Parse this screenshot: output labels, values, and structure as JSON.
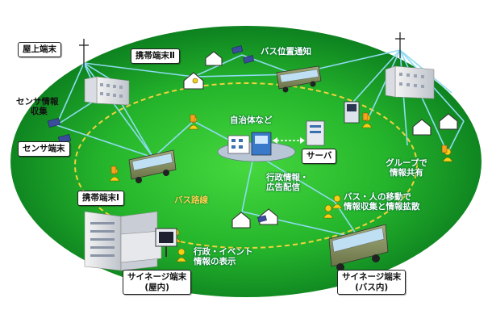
{
  "labels": {
    "rooftop_terminal": "屋上端末",
    "mobile_terminal_2": "携帯端末Ⅱ",
    "bus_location": "バス位置通知",
    "sensor_info_1": "センサ情報",
    "sensor_info_2": "収集",
    "sensor_terminal": "センサ端末",
    "municipality": "自治体など",
    "server": "サーバ",
    "group_share_1": "グループで",
    "group_share_2": "情報共有",
    "admin_info_1": "行政情報・",
    "admin_info_2": "広告配信",
    "mobile_terminal_1": "携帯端末Ⅰ",
    "bus_route": "バス路線",
    "move_collect_1": "バス・人の移動で",
    "move_collect_2": "情報収集と情報拡散",
    "event_display_1": "行政・イベント",
    "event_display_2": "情報の表示",
    "signage_indoor_1": "サイネージ端末",
    "signage_indoor_2": "(屋内)",
    "signage_bus_1": "サイネージ端末",
    "signage_bus_2": "(バス内)"
  },
  "colors": {
    "field_dark": "#0a7a1e",
    "field_light": "#3fd23a",
    "route": "#f2d23c",
    "link": "#7fd6ee",
    "bus_body": "#7f8a5a"
  }
}
